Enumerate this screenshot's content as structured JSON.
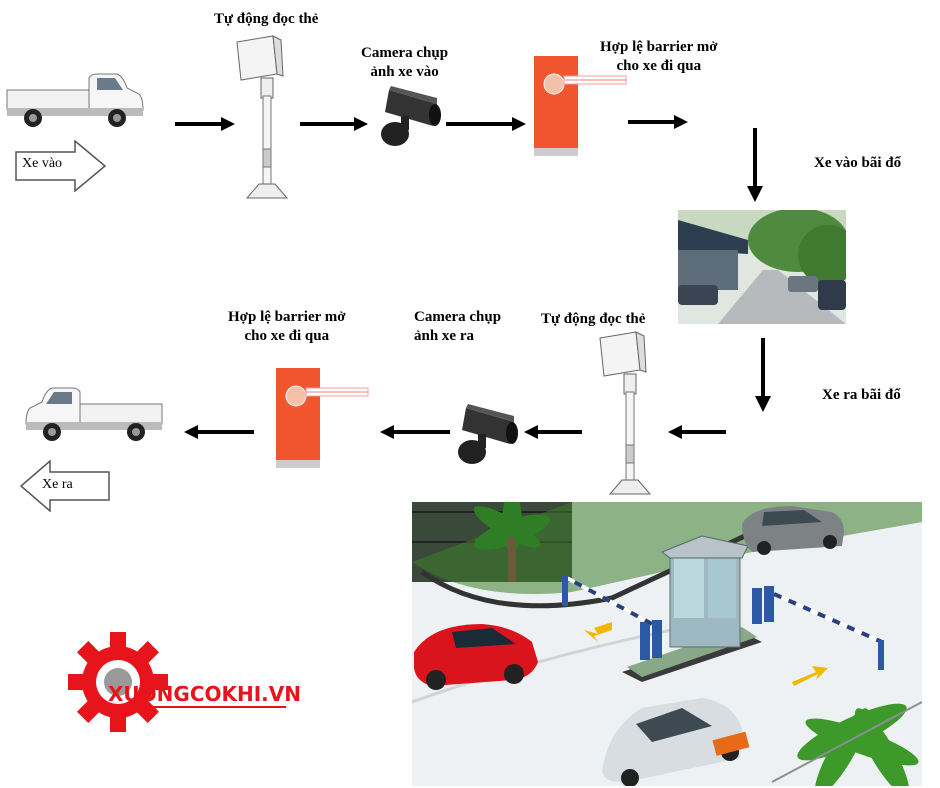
{
  "entry_flow": {
    "start_label": "Xe vào",
    "read_card": "Tự động đọc thẻ",
    "camera": "Camera chụp\nảnh xe vào",
    "barrier": "Hợp lệ barrier mở\ncho xe đi qua",
    "to_parking": "Xe vào bãi đổ"
  },
  "exit_flow": {
    "from_parking": "Xe ra bãi đổ",
    "read_card": "Tự động đọc thẻ",
    "camera": "Camera chụp\nảnh xe ra",
    "barrier": "Hợp lệ barrier mở\ncho xe đi qua",
    "end_label": "Xe ra"
  },
  "logo": {
    "text": "XUONGCOKHI.VN",
    "color": "#e8141c"
  },
  "colors": {
    "barrier": "#f0552d",
    "arrow": "#000000",
    "truck": "#f4f4f4"
  }
}
